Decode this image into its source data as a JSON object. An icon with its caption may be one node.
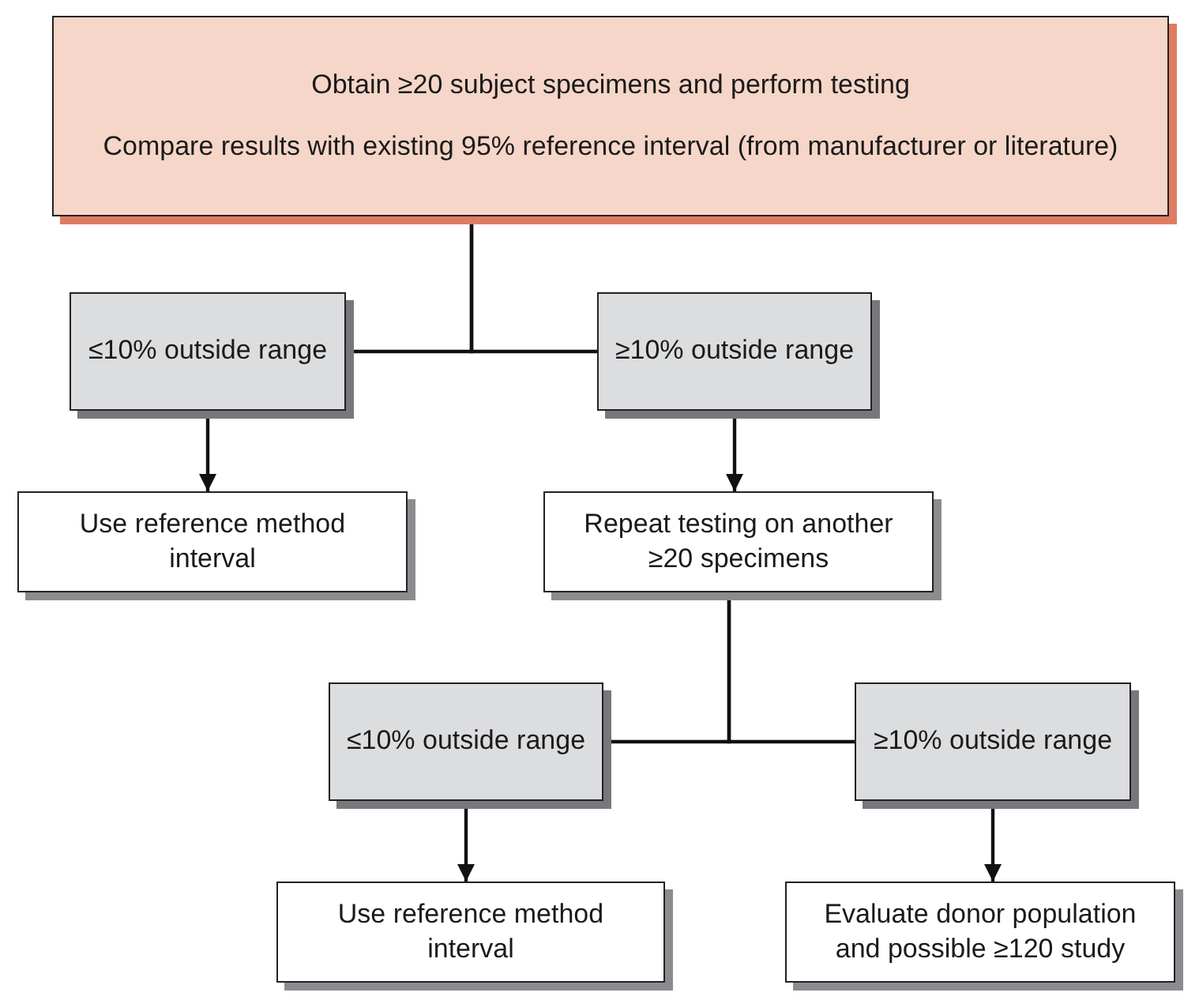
{
  "diagram": {
    "nodes": [
      {
        "text": [
          "Obtain ≥20 subject specimens and perform testing",
          "Compare results with existing 95% reference interval (from manufacturer or literature)"
        ]
      },
      {
        "text": [
          "≤10% outside range"
        ]
      },
      {
        "text": [
          "≥10% outside range"
        ]
      },
      {
        "text": [
          "Use reference method interval"
        ]
      },
      {
        "text": [
          "Repeat testing on another ≥20 specimens"
        ]
      },
      {
        "text": [
          "≤10% outside range"
        ]
      },
      {
        "text": [
          "≥10% outside range"
        ]
      },
      {
        "text": [
          "Use reference method interval"
        ]
      },
      {
        "text": [
          "Evaluate donor population and possible ≥120 study"
        ]
      }
    ],
    "edges": [
      {
        "from": 0,
        "to": 1,
        "arrow": "none"
      },
      {
        "from": 0,
        "to": 2,
        "arrow": "none"
      },
      {
        "from": 1,
        "to": 3,
        "arrow": "to"
      },
      {
        "from": 2,
        "to": 4,
        "arrow": "to"
      },
      {
        "from": 4,
        "to": 5,
        "arrow": "none"
      },
      {
        "from": 4,
        "to": 6,
        "arrow": "none"
      },
      {
        "from": 5,
        "to": 7,
        "arrow": "to"
      },
      {
        "from": 6,
        "to": 8,
        "arrow": "to"
      }
    ]
  }
}
